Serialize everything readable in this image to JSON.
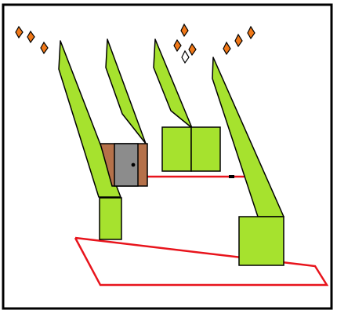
{
  "scene": {
    "background": "#ffffff",
    "frame_color": "#000000",
    "block_color": "#a6e22e",
    "outline_color": "#000000",
    "wire_color": "#e8141c",
    "gem_color": "#f07818",
    "gem_empty_color": "#ffffff",
    "door_frame_color": "#b5714a",
    "door_color": "#8c8c8c"
  },
  "gems": {
    "clusters": [
      {
        "name": "gems-left",
        "total": 3,
        "collected": 0
      },
      {
        "name": "gems-middle",
        "total": 4,
        "collected": 1
      },
      {
        "name": "gems-right",
        "total": 3,
        "collected": 0
      }
    ]
  }
}
